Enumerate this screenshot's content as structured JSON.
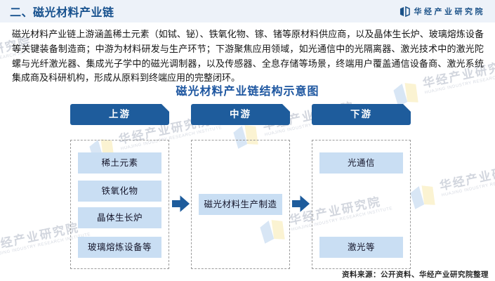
{
  "header": {
    "title": "二、磁光材料产业链",
    "logo_text": "华经产业研究院"
  },
  "intro": "磁光材料产业链上游涵盖稀土元素（如铽、铋）、铁氧化物、镓、锗等原材料供应商，以及晶体生长炉、玻璃熔炼设备等关键装备制造商；中游为材料研发与生产环节；下游聚焦应用领域，如光通信中的光隔离器、激光技术中的激光陀螺与光纤激光器、集成光子学中的磁光调制器，以及传感器、全息存储等场景，终端用户覆盖通信设备商、激光系统集成商及科研机构，形成从原料到终端应用的完整闭环。",
  "diagram": {
    "title": "磁光材料产业链结构示意图",
    "columns": [
      {
        "stage": "上游",
        "items": [
          "稀土元素",
          "铁氧化物",
          "晶体生长炉",
          "玻璃熔炼设备等"
        ]
      },
      {
        "stage": "中游",
        "items": [
          "磁光材料生产制造"
        ]
      },
      {
        "stage": "下游",
        "items": [
          "光通信",
          "激光等"
        ]
      }
    ]
  },
  "source": "资料来源：公开资料、华经产业研究院整理",
  "watermark": {
    "cn": "华经产业研究院",
    "en": "HUAJING INDUSTRY RESEARCH INSTITUTE"
  },
  "colors": {
    "primary_blue": "#1e5c9c",
    "item_bg": "#c9def3",
    "header_bg": "#edf2f9",
    "title_blue": "#1d56a0"
  }
}
